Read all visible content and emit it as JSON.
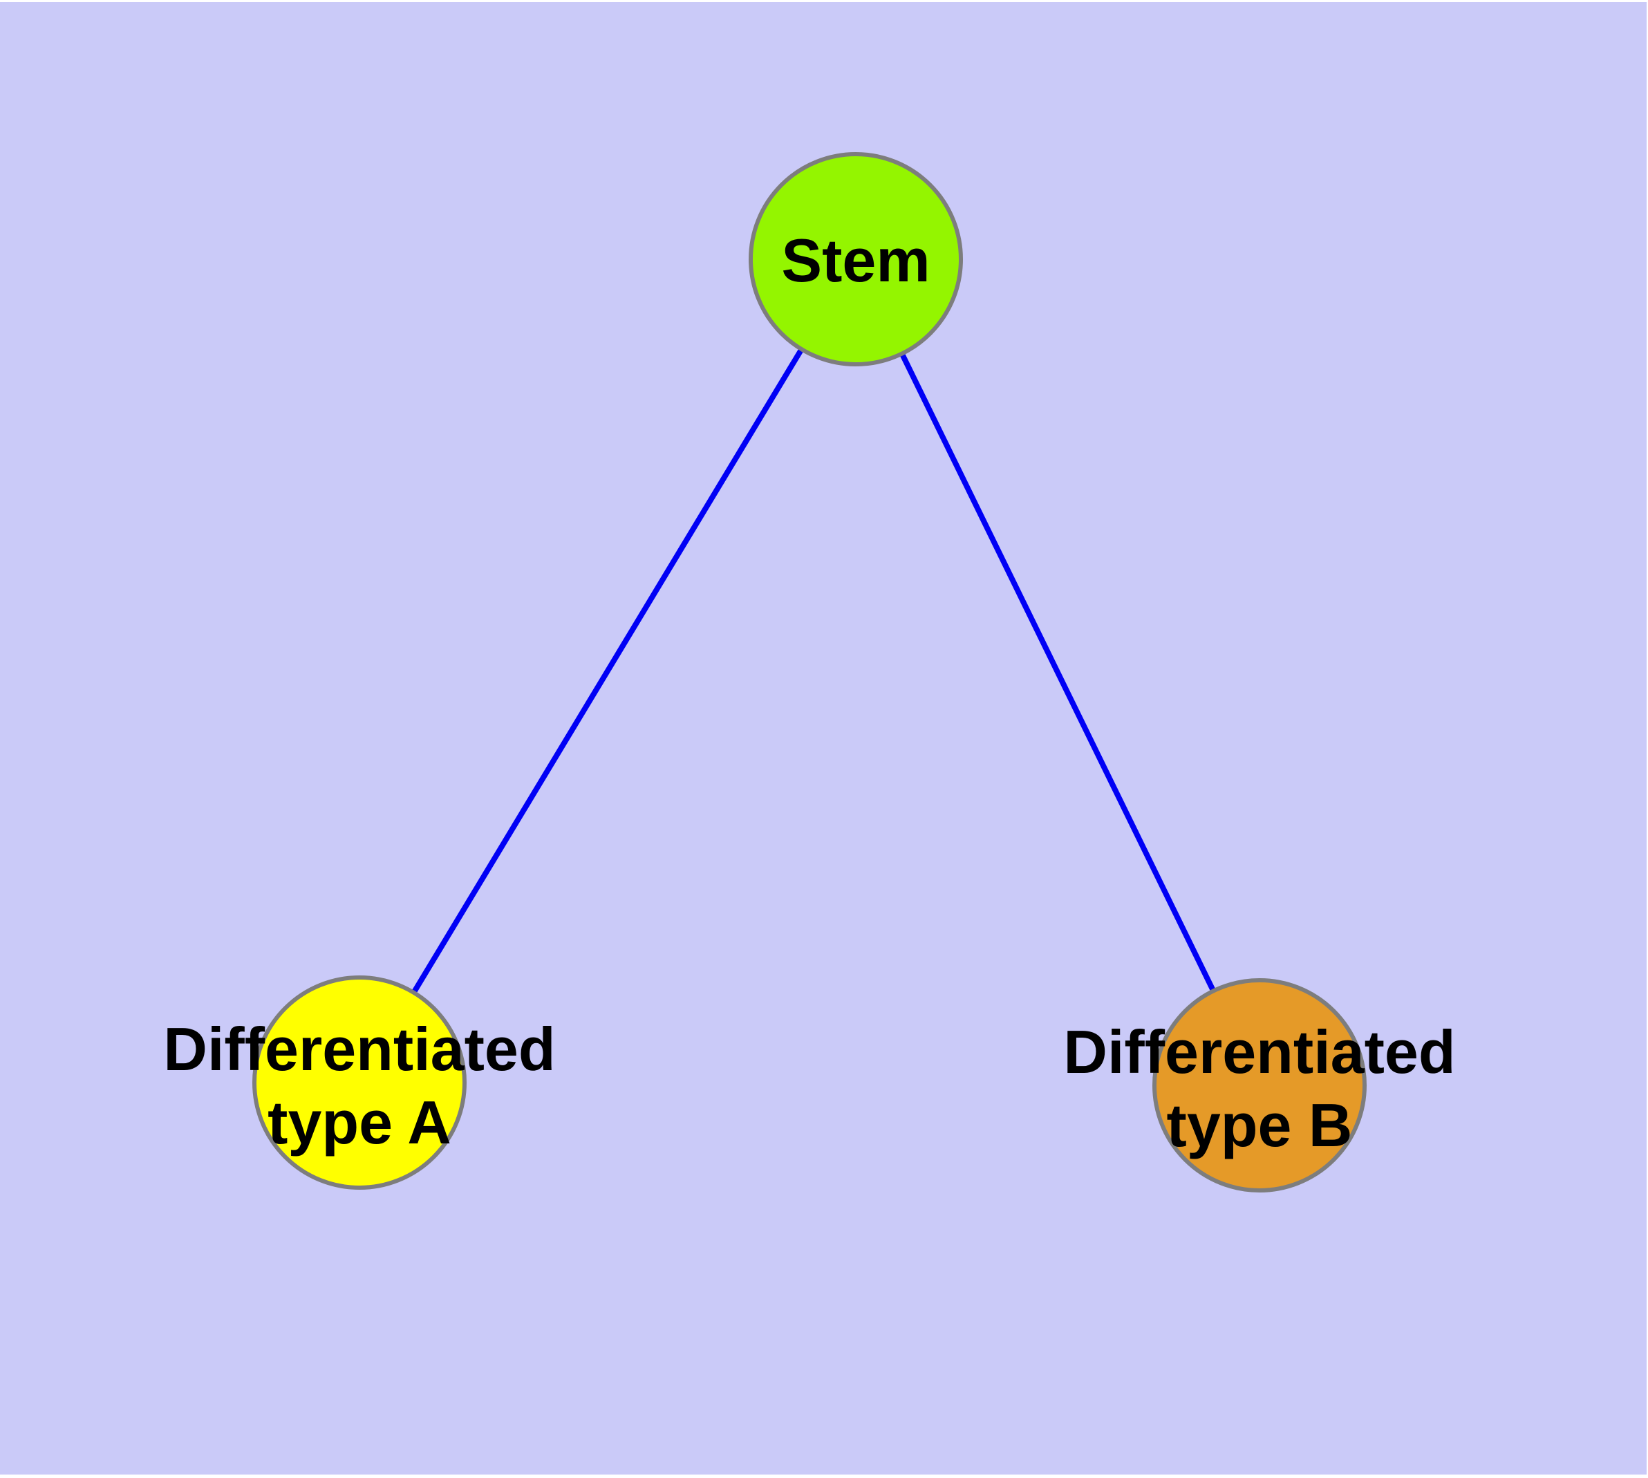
{
  "canvas": {
    "background_color": "#cacaf8",
    "margin_color": "#ffffff"
  },
  "nodes": {
    "stem": {
      "label": "Stem",
      "fill": "#94f500",
      "stroke": "#7d7d7d"
    },
    "type_a": {
      "label_line1": "Differentiated",
      "label_line2": "type A",
      "fill": "#ffff00",
      "stroke": "#7d7d7d"
    },
    "type_b": {
      "label_line1": "Differentiated",
      "label_line2": "type B",
      "fill": "#e59a28",
      "stroke": "#7d7d7d"
    }
  },
  "edges": {
    "stem_to_type_a": {
      "from": "Stem",
      "to": "Differentiated type A",
      "color": "#0000f5"
    },
    "stem_to_type_b": {
      "from": "Stem",
      "to": "Differentiated type B",
      "color": "#0000f5"
    }
  },
  "label_color": "#000000"
}
